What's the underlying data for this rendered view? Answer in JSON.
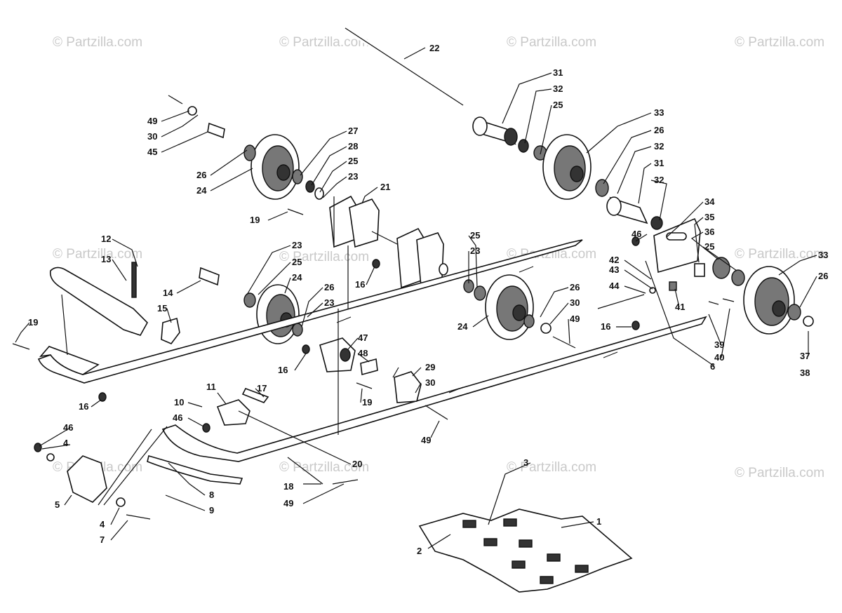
{
  "watermark": "© Partzilla.com",
  "callouts": [
    "1",
    "2",
    "3",
    "4",
    "5",
    "6",
    "7",
    "8",
    "9",
    "10",
    "11",
    "12",
    "13",
    "14",
    "15",
    "16",
    "17",
    "18",
    "19",
    "20",
    "21",
    "22",
    "23",
    "24",
    "25",
    "26",
    "27",
    "28",
    "29",
    "30",
    "31",
    "32",
    "33",
    "34",
    "35",
    "36",
    "37",
    "38",
    "39",
    "40",
    "41",
    "42",
    "43",
    "44",
    "45",
    "46",
    "47",
    "48",
    "49"
  ]
}
